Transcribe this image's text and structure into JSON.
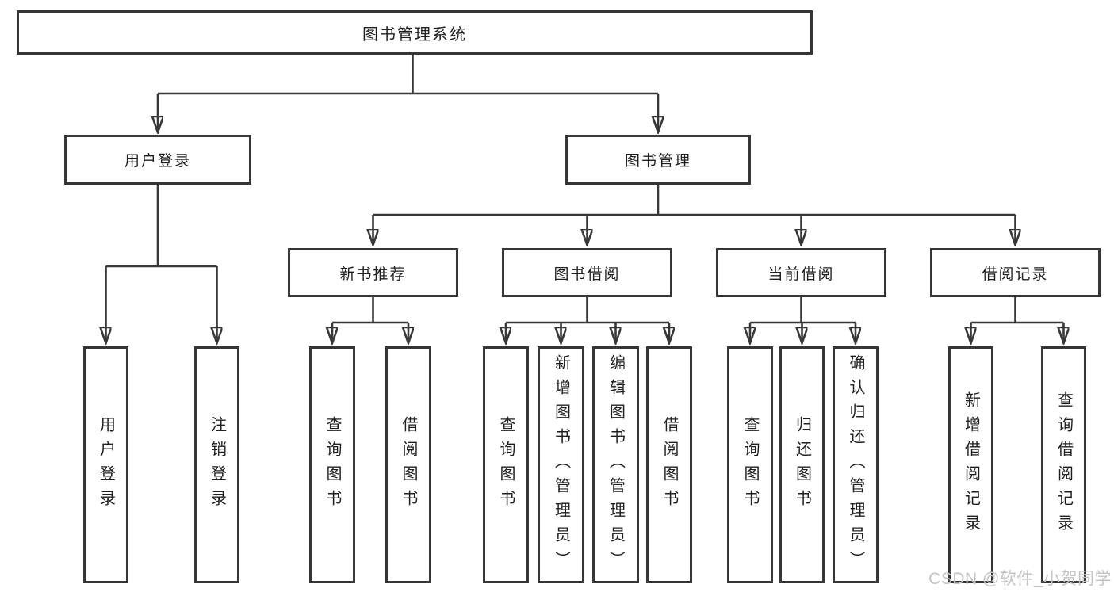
{
  "diagram": {
    "type": "hierarchy-tree",
    "title": "图书管理系统",
    "watermark": "CSDN @软件_小贺同学",
    "colors": {
      "line": "#383838",
      "box_border": "#363636",
      "text": "#1f1f1f",
      "watermark": "#c3c3c3",
      "background": "#ffffff"
    },
    "nodes": {
      "root": "图书管理系统",
      "user_login": "用户登录",
      "book_management": "图书管理",
      "new_book_recommend": "新书推荐",
      "book_borrow": "图书借阅",
      "current_borrow": "当前借阅",
      "borrow_record": "借阅记录",
      "ul_login": "用户登录",
      "ul_logout": "注销登录",
      "nb_query_book": "查询图书",
      "nb_borrow_book": "借阅图书",
      "bb_query_book": "查询图书",
      "bb_add_book": "新增图书（管理员）",
      "bb_edit_book": "编辑图书（管理员）",
      "bb_borrow_book": "借阅图书",
      "cb_query_book": "查询图书",
      "cb_return_book": "归还图书",
      "cb_confirm_return": "确认归还（管理员）",
      "br_add_record": "新增借阅记录",
      "br_query_record": "查询借阅记录"
    },
    "edges": [
      {
        "from": "root",
        "to": "user_login"
      },
      {
        "from": "root",
        "to": "book_management"
      },
      {
        "from": "user_login",
        "to": "ul_login"
      },
      {
        "from": "user_login",
        "to": "ul_logout"
      },
      {
        "from": "book_management",
        "to": "new_book_recommend"
      },
      {
        "from": "book_management",
        "to": "book_borrow"
      },
      {
        "from": "book_management",
        "to": "current_borrow"
      },
      {
        "from": "book_management",
        "to": "borrow_record"
      },
      {
        "from": "new_book_recommend",
        "to": "nb_query_book"
      },
      {
        "from": "new_book_recommend",
        "to": "nb_borrow_book"
      },
      {
        "from": "book_borrow",
        "to": "bb_query_book"
      },
      {
        "from": "book_borrow",
        "to": "bb_add_book"
      },
      {
        "from": "book_borrow",
        "to": "bb_edit_book"
      },
      {
        "from": "book_borrow",
        "to": "bb_borrow_book"
      },
      {
        "from": "current_borrow",
        "to": "cb_query_book"
      },
      {
        "from": "current_borrow",
        "to": "cb_return_book"
      },
      {
        "from": "current_borrow",
        "to": "cb_confirm_return"
      },
      {
        "from": "borrow_record",
        "to": "br_add_record"
      },
      {
        "from": "borrow_record",
        "to": "br_query_record"
      }
    ]
  }
}
